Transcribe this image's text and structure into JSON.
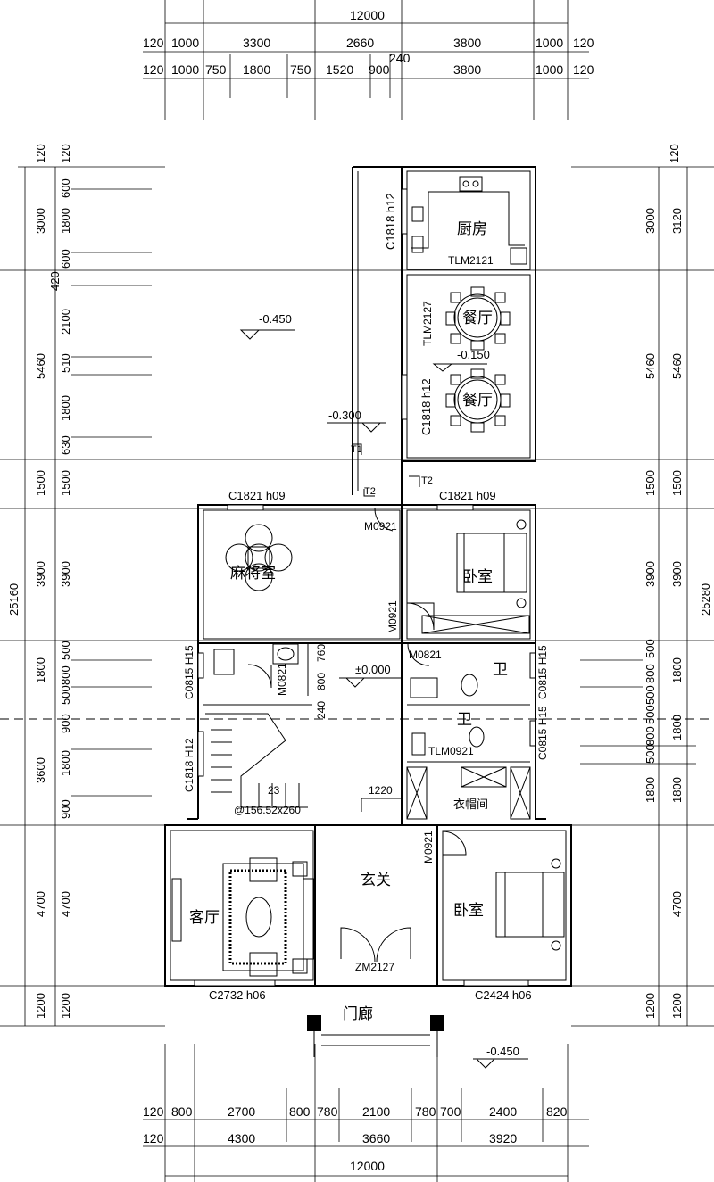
{
  "dims": {
    "top_total": "12000",
    "top_row1": [
      "120",
      "1000",
      "3300",
      "2660",
      "3800",
      "1000",
      "120"
    ],
    "top_row2": [
      "120",
      "1000",
      "750",
      "1800",
      "750",
      "1520",
      "900",
      "3800",
      "1000",
      "120"
    ],
    "top_extra": "240",
    "bottom_row1": [
      "120",
      "800",
      "2700",
      "800",
      "780",
      "2100",
      "780",
      "700",
      "2400",
      "820"
    ],
    "bottom_row2": [
      "120",
      "4300",
      "3660",
      "3920"
    ],
    "bottom_total": "12000",
    "left_outer": [
      "120",
      "3000",
      "5460",
      "1500",
      "3900",
      "1800",
      "3600",
      "4700",
      "1200"
    ],
    "left_inner": [
      "120",
      "600",
      "1800",
      "600",
      "420",
      "2100",
      "510",
      "1800",
      "630",
      "1500",
      "3900",
      "500",
      "800",
      "500",
      "900",
      "1800",
      "900",
      "4700",
      "1200"
    ],
    "left_total": "25160",
    "right_outer": [
      "120",
      "3120",
      "5460",
      "1500",
      "3900",
      "1800",
      "1800",
      "1800",
      "4700",
      "1200"
    ],
    "right_inner": [
      "3000",
      "5460",
      "1500",
      "3900",
      "500",
      "800",
      "500",
      "500",
      "800",
      "500",
      "1800",
      "1200"
    ],
    "right_total": "25280",
    "stair_1220": "1220"
  },
  "rooms": {
    "kitchen": "厨房",
    "dining1": "餐厅",
    "dining2": "餐厅",
    "mahjong": "麻将室",
    "bedroom1": "卧室",
    "bath1": "卫",
    "bath2": "卫",
    "cloak": "衣帽间",
    "foyer": "玄关",
    "living": "客厅",
    "bedroom2": "卧室",
    "porch": "门廊"
  },
  "labels": {
    "lvl_minus045_top": "-0.450",
    "lvl_minus015": "-0.150",
    "lvl_minus030": "-0.300",
    "lvl_0000": "±0.000",
    "lvl_minus045_bottom": "-0.450",
    "step_t1": "T1",
    "step_t2a": "T2",
    "step_t2b": "T2",
    "kitchen_door": "TLM2121",
    "dining_door": "TLM2127",
    "kitchen_win": "C1818 h12",
    "dining_win": "C1818 h12",
    "mahjong_win": "C1821 h09",
    "bed1_win": "C1821 h09",
    "door_m0921_a": "M0921",
    "door_m0921_b": "M0921",
    "door_m0821_a": "M0821",
    "door_m0821_b": "M0821",
    "win_c0815_left": "C0815 H15",
    "win_c0815_right": "C0815 H15",
    "win_c0815_right2": "C0815 H15",
    "dim_760": "760",
    "dim_800": "800",
    "dim_240": "240",
    "stair_win": "C1818 H12",
    "stair_count": "23",
    "stair_spec": "@156.52x260",
    "bath2_door": "TLM0921",
    "bed2_door": "M0921",
    "main_door": "ZM2127",
    "living_win": "C2732 h06",
    "bed2_win": "C2424 h06"
  }
}
